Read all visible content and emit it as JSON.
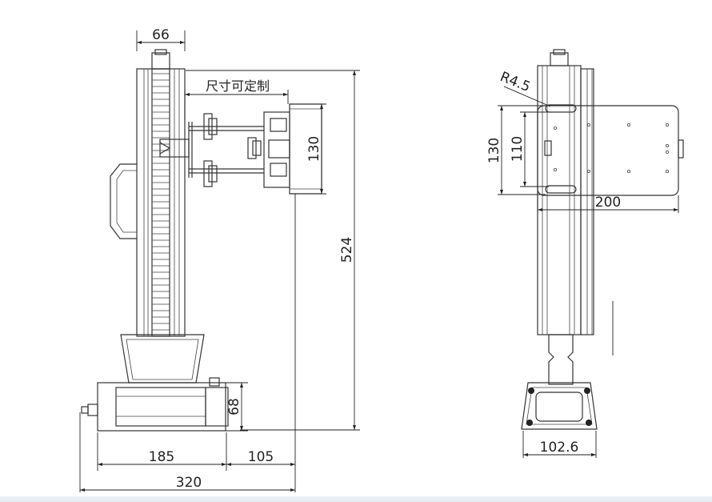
{
  "dimensions": {
    "top_width": "66",
    "custom_size": "尺寸可定制",
    "head_height": "130",
    "total_height": "524",
    "base_height": "68",
    "base_length": "185",
    "base_offset": "105",
    "overall_length": "320",
    "radius": "R4.5",
    "plate_outer_height": "130",
    "plate_slot_height": "110",
    "plate_width": "200",
    "foot_width": "102.6"
  }
}
